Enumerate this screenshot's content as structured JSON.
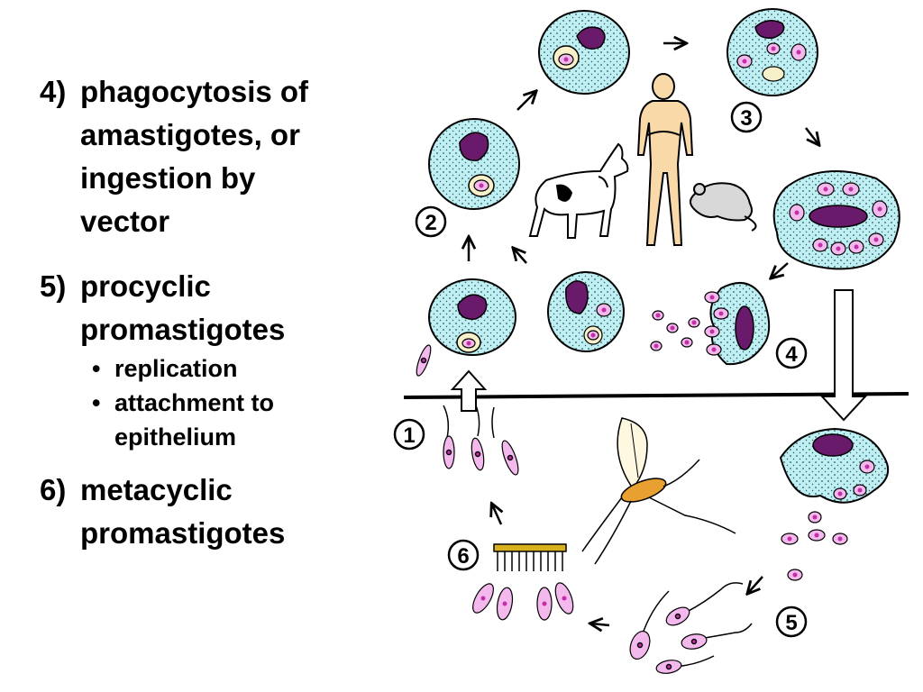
{
  "steps": [
    {
      "number": "4)",
      "lines": [
        "phagocytosis of",
        "amastigotes, or",
        "ingestion by",
        "vector"
      ],
      "bullets": []
    },
    {
      "number": "5)",
      "lines": [
        "procyclic",
        "promastigotes"
      ],
      "bullets": [
        "replication",
        "attachment to epithelium"
      ]
    },
    {
      "number": "6)",
      "lines": [
        "metacyclic",
        "promastigotes"
      ],
      "bullets": []
    }
  ],
  "diagram": {
    "stage_labels": [
      "1",
      "2",
      "3",
      "4",
      "5",
      "6"
    ],
    "colors": {
      "cell": "#bfeff2",
      "nucleus": "#6a1a6a",
      "parasite": "#f3b8ec",
      "parasite_dot": "#c22fa8",
      "sandfly": "#e8a030",
      "gut_brush": "#d8b020",
      "skin_human": "#f9d9a8"
    },
    "hosts": [
      "dog",
      "human",
      "rodent"
    ],
    "vector": "sand fly"
  }
}
